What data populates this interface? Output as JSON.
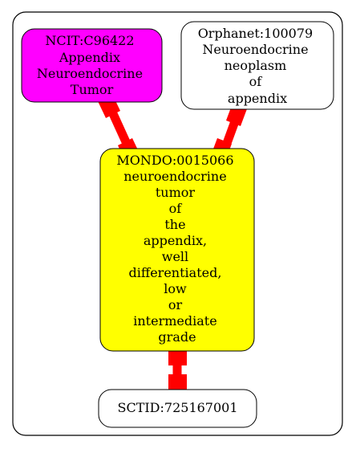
{
  "colors": {
    "edge": "#ff0000",
    "ncit_fill": "#ff00ff",
    "mondo_fill": "#ffff00",
    "default_fill": "#ffffff",
    "stroke": "#000000"
  },
  "nodes": {
    "ncit": {
      "lines": [
        "NCIT:C96422",
        "Appendix",
        "Neuroendocrine",
        "Tumor"
      ]
    },
    "orphanet": {
      "lines": [
        "Orphanet:100079",
        "Neuroendocrine",
        "neoplasm",
        "of",
        "appendix"
      ]
    },
    "mondo": {
      "lines": [
        "MONDO:0015066",
        "neuroendocrine",
        "tumor",
        "of",
        "the",
        "appendix,",
        "well",
        "differentiated,",
        "low",
        "or",
        "intermediate",
        "grade"
      ]
    },
    "sctid": {
      "lines": [
        "SCTID:725167001"
      ]
    }
  }
}
